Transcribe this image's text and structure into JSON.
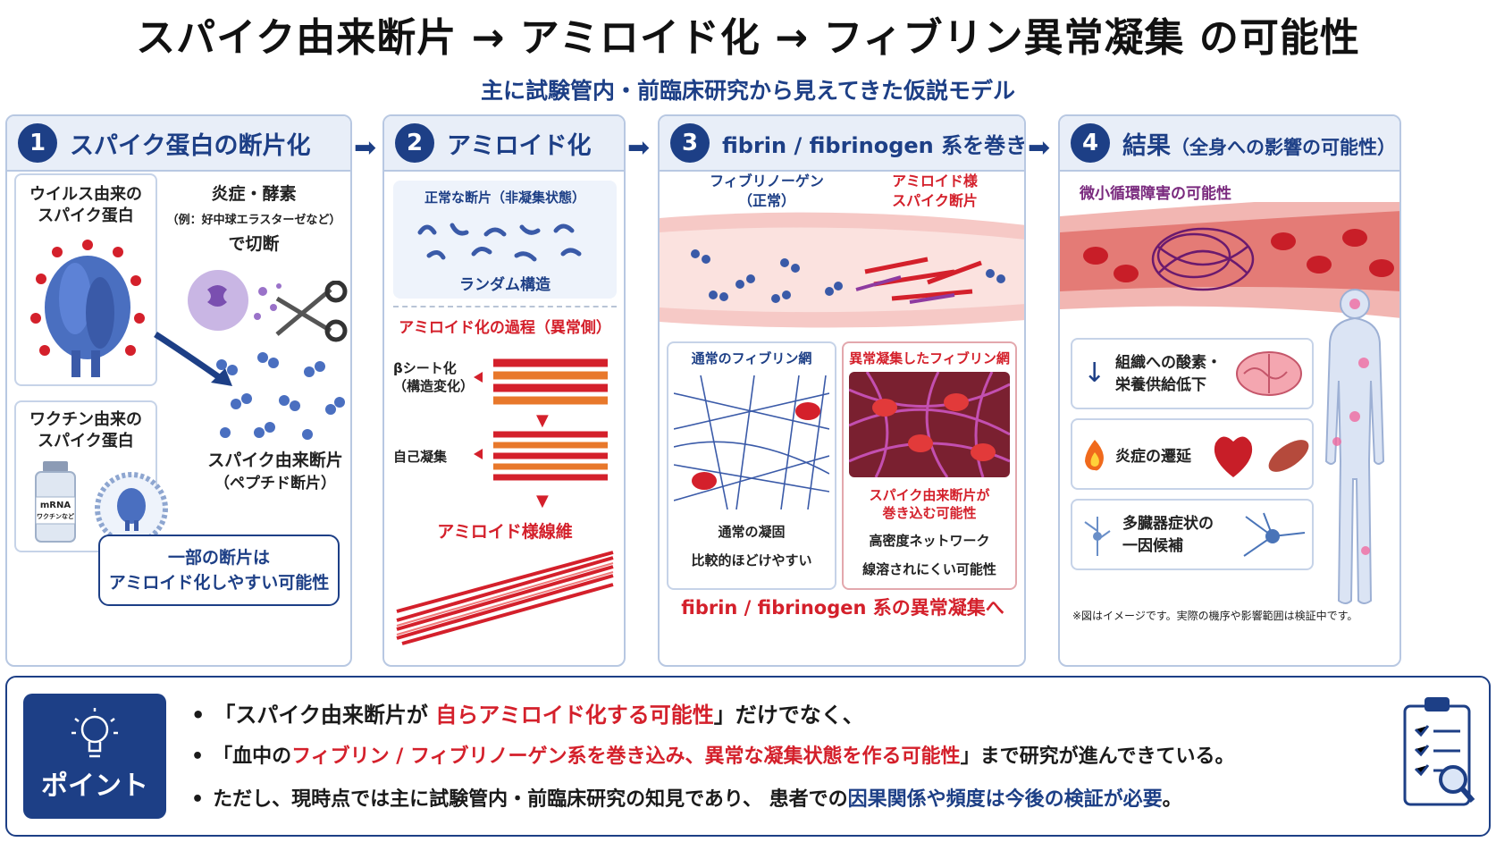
{
  "title": "スパイク由来断片 → アミロイド化 → フィブリン異常凝集 の可能性",
  "subtitle": "主に試験管内・前臨床研究から見えてきた仮説モデル",
  "panel1": {
    "num": "1",
    "heading": "スパイク蛋白の断片化",
    "virus_label_1": "ウイルス由来の",
    "virus_label_2": "スパイク蛋白",
    "cleave_1": "炎症・酵素",
    "cleave_2": "（例：好中球エラスターゼなど）",
    "cleave_3": "で切断",
    "vaccine_label_1": "ワクチン由来の",
    "vaccine_label_2": "スパイク蛋白",
    "vial_1": "mRNA",
    "vial_2": "ワクチンなど",
    "fragment_1": "スパイク由来断片",
    "fragment_2": "（ペプチド断片）",
    "bubble_1": "一部の断片は",
    "bubble_2": "アミロイド化しやすい可能性"
  },
  "panel2": {
    "num": "2",
    "heading": "アミロイド化",
    "normal_title": "正常な断片（非凝集状態）",
    "normal_caption": "ランダム構造",
    "process_title": "アミロイド化の過程（異常側）",
    "step1_1": "βシート化",
    "step1_2": "（構造変化）",
    "step2": "自己凝集",
    "fiber": "アミロイド様線維"
  },
  "panel3": {
    "num": "3",
    "heading": "fibrin / fibrinogen 系を巻き込む",
    "fibrinogen_1": "フィブリノーゲン",
    "fibrinogen_2": "（正常）",
    "amyloid_1": "アミロイド様",
    "amyloid_2": "スパイク断片",
    "normal_net": "通常のフィブリン網",
    "normal_1": "通常の凝固",
    "normal_2": "比較的ほどけやすい",
    "abnormal_net": "異常凝集したフィブリン網",
    "abnormal_1": "スパイク由来断片が",
    "abnormal_2": "巻き込む可能性",
    "abnormal_3": "高密度ネットワーク",
    "abnormal_4": "線溶されにくい可能性",
    "footer": "fibrin / fibrinogen 系の異常凝集へ"
  },
  "panel4": {
    "num": "4",
    "heading": "結果",
    "heading_sub": "（全身への影響の可能性）",
    "micro": "微小循環障害の可能性",
    "effect1_1": "組織への酸素・",
    "effect1_2": "栄養供給低下",
    "effect2": "炎症の遷延",
    "effect3_1": "多臓器症状の",
    "effect3_2": "一因候補",
    "note": "※図はイメージです。実際の機序や影響範囲は検証中です。"
  },
  "point": {
    "label": "ポイント",
    "b1_a": "「スパイク由来断片が ",
    "b1_b": "自らアミロイド化する可能性",
    "b1_c": "」だけでなく、",
    "b2_a": "「血中の",
    "b2_b": "フィブリン / フィブリノーゲン系を巻き込み、異常な凝集状態を作る可能性",
    "b2_c": "」まで研究が進んできている。",
    "b3_a": "ただし、現時点では主に試験管内・前臨床研究の知見であり、 患者での",
    "b3_b": "因果関係や頻度は今後の検証が必要",
    "b3_c": "。"
  },
  "colors": {
    "navy": "#1d3f86",
    "red": "#d4202b",
    "panel_border": "#b8c8e2",
    "header_bg": "#e8eef8"
  }
}
